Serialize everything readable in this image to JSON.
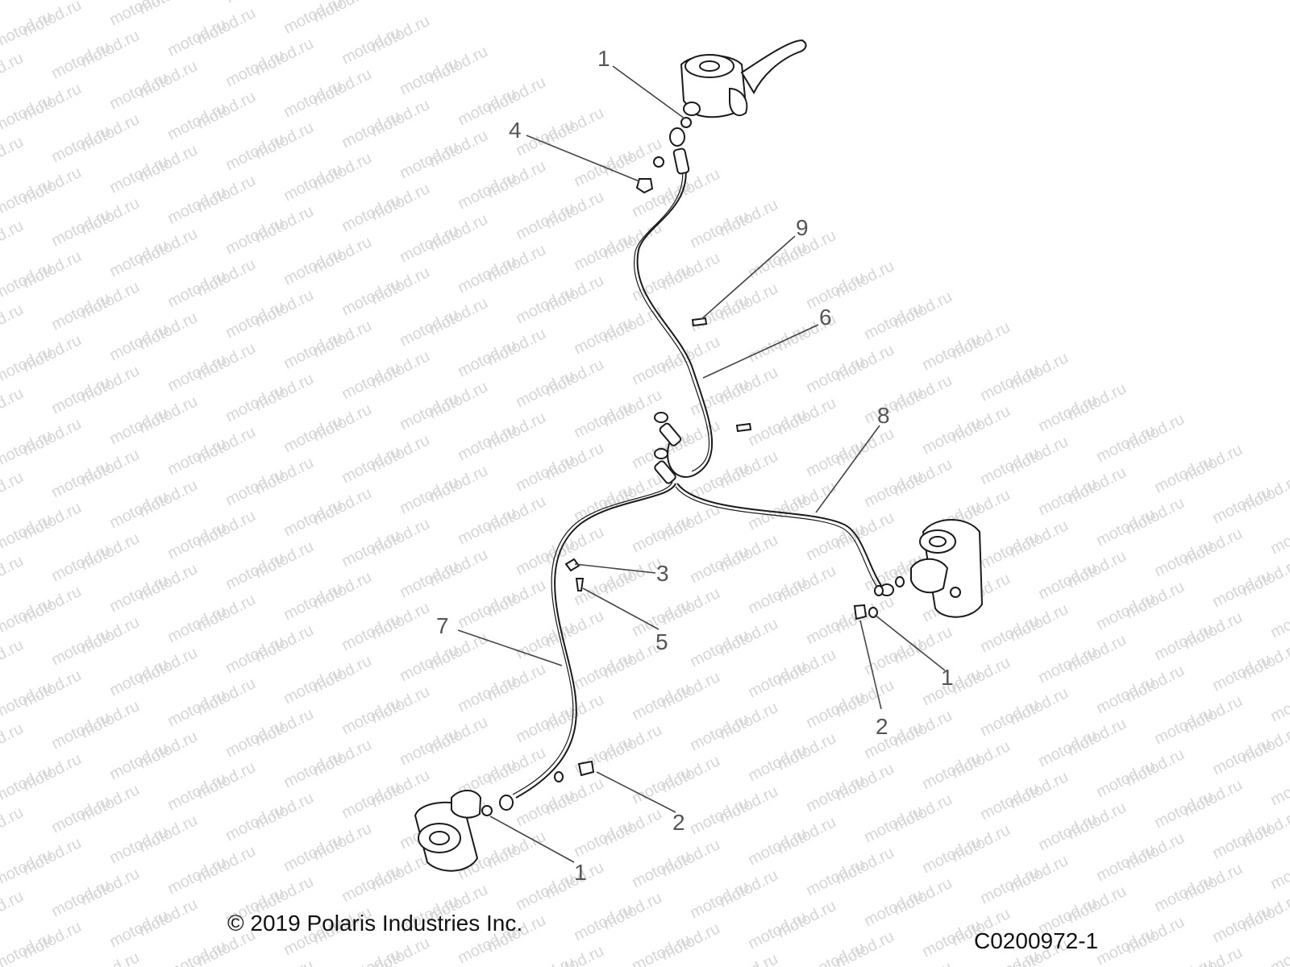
{
  "watermark": {
    "text": "motod.ru"
  },
  "copyright": "© 2019 Polaris Industries Inc.",
  "figure_code": "C0200972-1",
  "callouts": [
    "1",
    "4",
    "9",
    "6",
    "8",
    "3",
    "5",
    "7",
    "1",
    "2",
    "2",
    "1"
  ],
  "colors": {
    "line": "#1a1a1a",
    "leader": "#444444",
    "watermark": "#d6d6d6",
    "callout": "#555555"
  }
}
